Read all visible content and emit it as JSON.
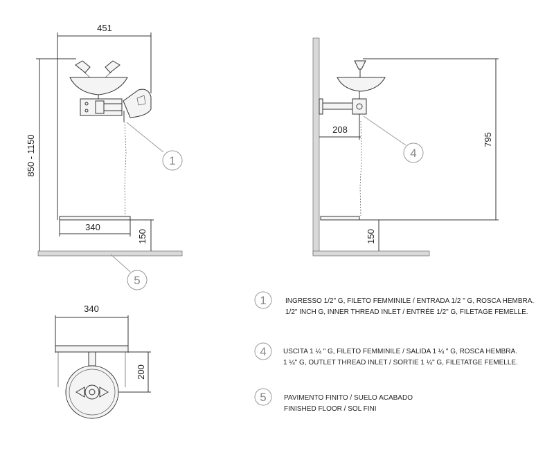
{
  "front_view": {
    "width_dim": "451",
    "height_dim": "850 - 1150",
    "base_dim": "340",
    "floor_offset_dim": "150",
    "callout_inlet": "1",
    "callout_floor": "5"
  },
  "side_view": {
    "wall_offset_dim": "208",
    "height_dim": "795",
    "floor_offset_dim": "150",
    "callout_outlet": "4"
  },
  "top_view": {
    "width_dim": "340",
    "depth_dim": "200"
  },
  "legend": [
    {
      "number": "1",
      "line1": "INGRESSO 1/2\" G, FILETO FEMMINILE / ENTRADA 1/2 \" G, ROSCA HEMBRA.",
      "line2": "1/2\" INCH G, INNER THREAD INLET / ENTRÉE 1/2\" G, FILETAGE FEMELLE."
    },
    {
      "number": "4",
      "line1": "USCITA 1 ¼ \" G, FILETO FEMMINILE / SALIDA 1 ¼ \" G, ROSCA HEMBRA.",
      "line2": "1 ¼\" G, OUTLET THREAD INLET / SORTIE 1 ¼\" G, FILETATGE FEMELLE."
    },
    {
      "number": "5",
      "line1": "PAVIMENTO FINITO / SUELO ACABADO",
      "line2": "FINISHED FLOOR / SOL FINI"
    }
  ]
}
